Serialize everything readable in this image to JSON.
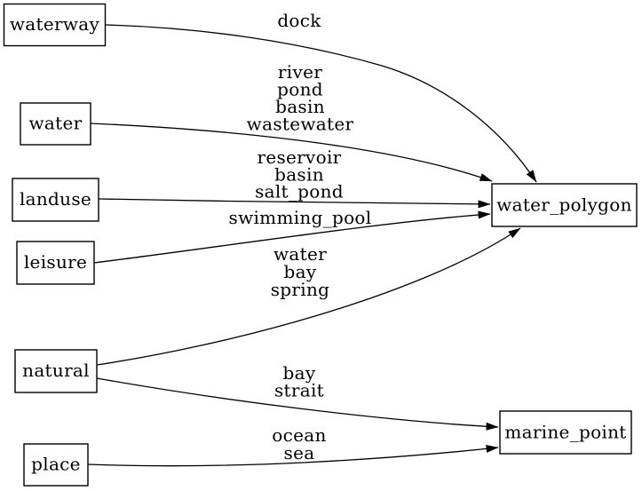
{
  "diagram": {
    "type": "directed-graph",
    "background_color": "#ffffff",
    "line_color": "#000000",
    "text_color": "#000000",
    "nodes": [
      {
        "id": "waterway",
        "label": "waterway"
      },
      {
        "id": "water",
        "label": "water"
      },
      {
        "id": "landuse",
        "label": "landuse"
      },
      {
        "id": "leisure",
        "label": "leisure"
      },
      {
        "id": "natural",
        "label": "natural"
      },
      {
        "id": "place",
        "label": "place"
      },
      {
        "id": "water_polygon",
        "label": "water_polygon"
      },
      {
        "id": "marine_point",
        "label": "marine_point"
      }
    ],
    "edges": [
      {
        "from": "waterway",
        "to": "water_polygon",
        "labels": [
          "dock"
        ]
      },
      {
        "from": "water",
        "to": "water_polygon",
        "labels": [
          "river",
          "pond",
          "basin",
          "wastewater"
        ]
      },
      {
        "from": "landuse",
        "to": "water_polygon",
        "labels": [
          "reservoir",
          "basin",
          "salt_pond"
        ]
      },
      {
        "from": "leisure",
        "to": "water_polygon",
        "labels": [
          "swimming_pool"
        ]
      },
      {
        "from": "natural",
        "to": "water_polygon",
        "labels": [
          "water",
          "bay",
          "spring"
        ]
      },
      {
        "from": "natural",
        "to": "marine_point",
        "labels": [
          "bay",
          "strait"
        ]
      },
      {
        "from": "place",
        "to": "marine_point",
        "labels": [
          "ocean",
          "sea"
        ]
      }
    ]
  }
}
